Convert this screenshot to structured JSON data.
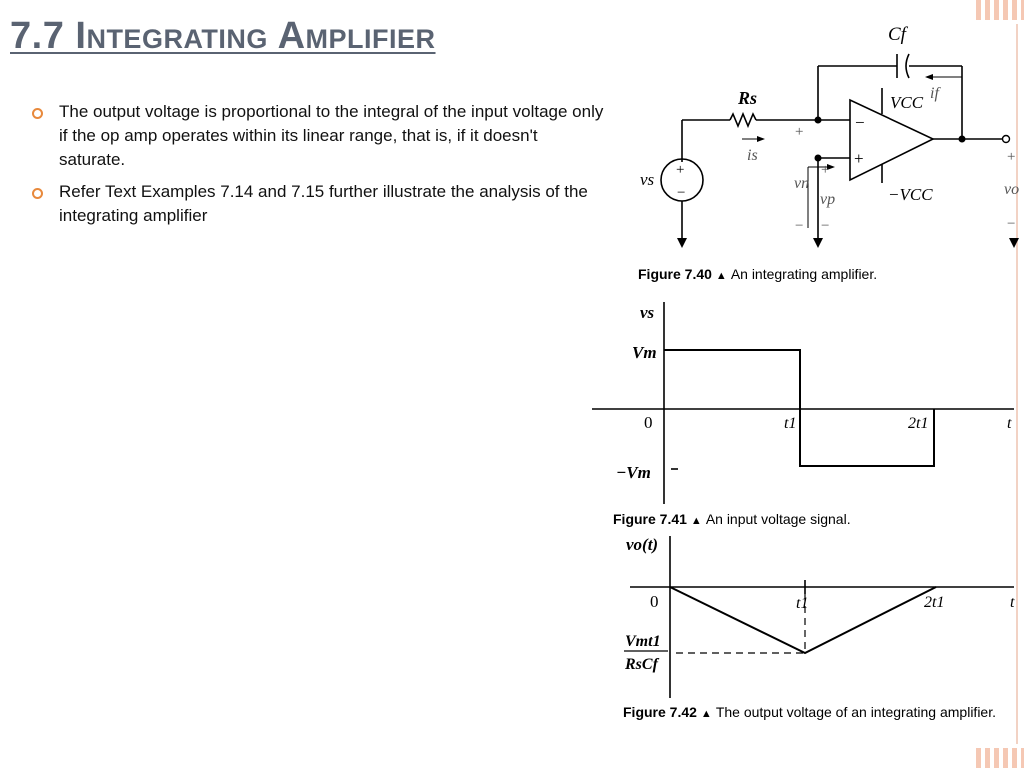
{
  "slide": {
    "title": "7.7  Integrating Amplifier",
    "bullets": [
      "The output voltage is proportional to the integral of the input voltage only if the op amp operates within its linear range, that is, if it doesn't saturate.",
      "Refer Text Examples 7.14 and 7.15 further illustrate the analysis of the integrating amplifier"
    ],
    "colors": {
      "title": "#5a6372",
      "bullet_marker": "#e8893c",
      "decoration": "#f5c8b4"
    }
  },
  "figure40": {
    "caption_num": "Figure 7.40",
    "caption_text": "An integrating amplifier.",
    "labels": {
      "cf": "Cf",
      "rs": "Rs",
      "vcc_pos": "VCC",
      "vcc_neg": "−VCC",
      "if": "if",
      "is": "is",
      "vs": "vs",
      "vn": "vn",
      "vp": "vp",
      "vo": "vo",
      "plus": "+",
      "minus": "−"
    }
  },
  "figure41": {
    "caption_num": "Figure 7.41",
    "caption_text": "An input voltage signal.",
    "axis_y": "vs",
    "axis_x": "t",
    "origin": "0",
    "vm": "Vm",
    "neg_vm": "−Vm",
    "t1": "t1",
    "two_t1": "2t1"
  },
  "figure42": {
    "caption_num": "Figure 7.42",
    "caption_text": "The output voltage of an integrating amplifier.",
    "axis_y": "vo(t)",
    "axis_x": "t",
    "origin": "0",
    "t1": "t1",
    "two_t1": "2t1",
    "min_num": "Vmt1",
    "min_den": "RsCf"
  },
  "chart_data": [
    {
      "type": "line",
      "title": "",
      "xlabel": "t",
      "ylabel": "vs",
      "x_ticks": [
        "0",
        "t1",
        "2t1"
      ],
      "y_ticks": [
        "Vm",
        "0",
        "−Vm"
      ],
      "series": [
        {
          "x": [
            "0",
            "t1",
            "t1",
            "2t1",
            "2t1"
          ],
          "values": [
            "Vm",
            "Vm",
            "−Vm",
            "−Vm",
            "0"
          ]
        }
      ]
    },
    {
      "type": "line",
      "title": "",
      "xlabel": "t",
      "ylabel": "vo(t)",
      "x_ticks": [
        "0",
        "t1",
        "2t1"
      ],
      "y_ticks": [
        "0",
        "Vmt1/RsCf"
      ],
      "series": [
        {
          "x": [
            "0",
            "t1",
            "2t1"
          ],
          "values": [
            "0",
            "−Vmt1/RsCf",
            "0"
          ]
        }
      ]
    }
  ]
}
